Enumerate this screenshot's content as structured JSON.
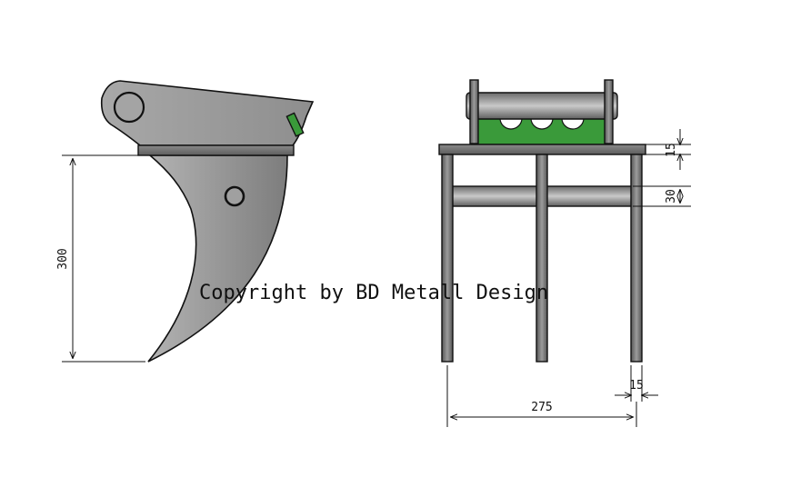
{
  "dimensions": {
    "height_left": "300",
    "top_plate": "15",
    "rear_tube": "30",
    "leg_thickness": "15",
    "width_total": "275"
  },
  "watermark": "Copyright by BD Metall Design",
  "colors": {
    "steel_light": "#bdbdbd",
    "steel_mid": "#9a9a9a",
    "steel_dark": "#6e6e6e",
    "bracket_green": "#3a9a3a",
    "outline": "#111111",
    "background": "#ffffff"
  }
}
